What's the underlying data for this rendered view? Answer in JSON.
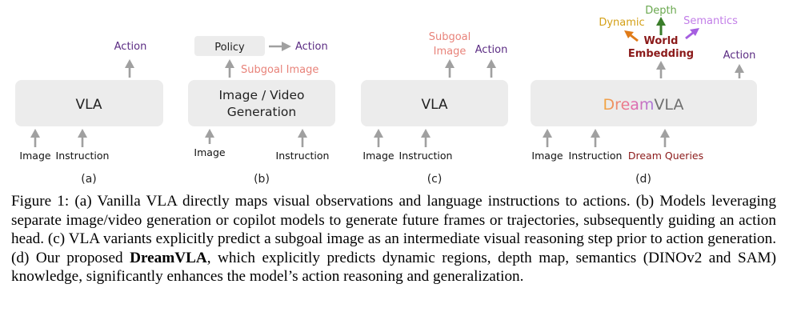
{
  "panels": {
    "a": {
      "box_label": "VLA",
      "inputs": [
        "Image",
        "Instruction"
      ],
      "output": "Action",
      "tag": "(a)"
    },
    "b": {
      "policy_label": "Policy",
      "policy_output": "Action",
      "subgoal_label": "Subgoal Image",
      "box_label_line1": "Image / Video",
      "box_label_line2": "Generation",
      "inputs": [
        "Image",
        "Instruction"
      ],
      "tag": "(b)"
    },
    "c": {
      "subgoal_line1": "Subgoal",
      "subgoal_line2": "Image",
      "output": "Action",
      "box_label": "VLA",
      "inputs": [
        "Image",
        "Instruction"
      ],
      "tag": "(c)"
    },
    "d": {
      "knowledge": [
        "Dynamic",
        "Depth",
        "Semantics"
      ],
      "world_line1": "World",
      "world_line2": "Embedding",
      "output": "Action",
      "logo_dream": "Dream",
      "logo_vla": "VLA",
      "inputs": [
        "Image",
        "Instruction",
        "Dream Queries"
      ],
      "tag": "(d)"
    }
  },
  "colors": {
    "action": "#5b2c83",
    "subgoal": "#e8837a",
    "world": "#8b1a1a",
    "dream_queries": "#8b1a1a",
    "dynamic": "#d4a017",
    "depth": "#6aa84f",
    "semantics": "#c27ee8"
  },
  "caption": {
    "label": "Figure 1:",
    "text_before": "(a) Vanilla VLA directly maps visual observations and language instructions to actions. (b) Models leveraging separate image/video generation or copilot models to generate future frames or trajectories, subsequently guiding an action head. (c) VLA variants explicitly predict a subgoal image as an intermediate visual reasoning step prior to action generation. (d) Our proposed",
    "highlight": "DreamVLA",
    "text_after": ", which explicitly predicts dynamic regions, depth map, semantics (DINOv2 and SAM) knowledge, significantly enhances the model’s action reasoning and generalization."
  }
}
